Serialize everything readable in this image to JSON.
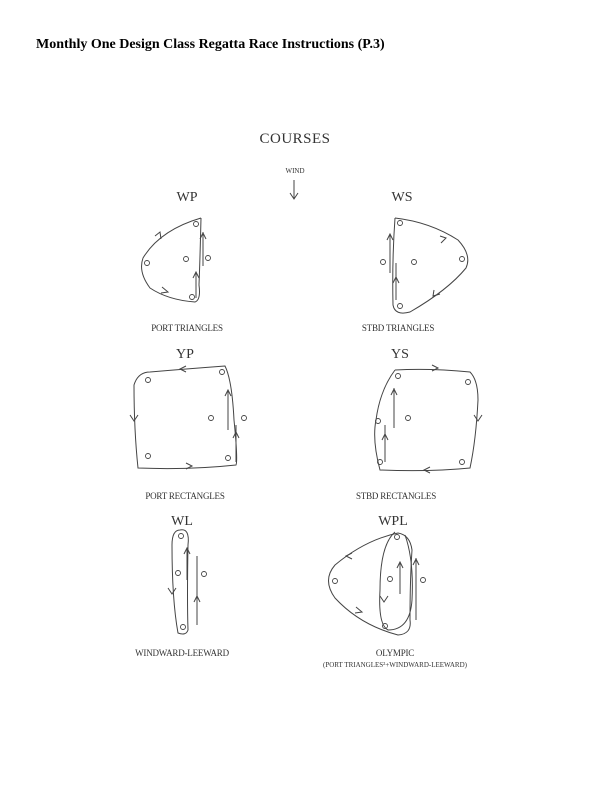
{
  "header": {
    "title": "Monthly One Design Class Regatta Race Instructions (P.3)"
  },
  "diagram": {
    "heading": "COURSES",
    "wind_label": "WIND",
    "courses": [
      {
        "code": "WP",
        "caption": "PORT TRIANGLES"
      },
      {
        "code": "WS",
        "caption": "STBD TRIANGLES"
      },
      {
        "code": "YP",
        "caption": "PORT RECTANGLES"
      },
      {
        "code": "YS",
        "caption": "STBD RECTANGLES"
      },
      {
        "code": "WL",
        "caption": "WINDWARD-LEEWARD"
      },
      {
        "code": "WPL",
        "caption": "OLYMPIC",
        "subcaption": "(PORT TRIANGLES²+WINDWARD-LEEWARD)"
      }
    ]
  }
}
